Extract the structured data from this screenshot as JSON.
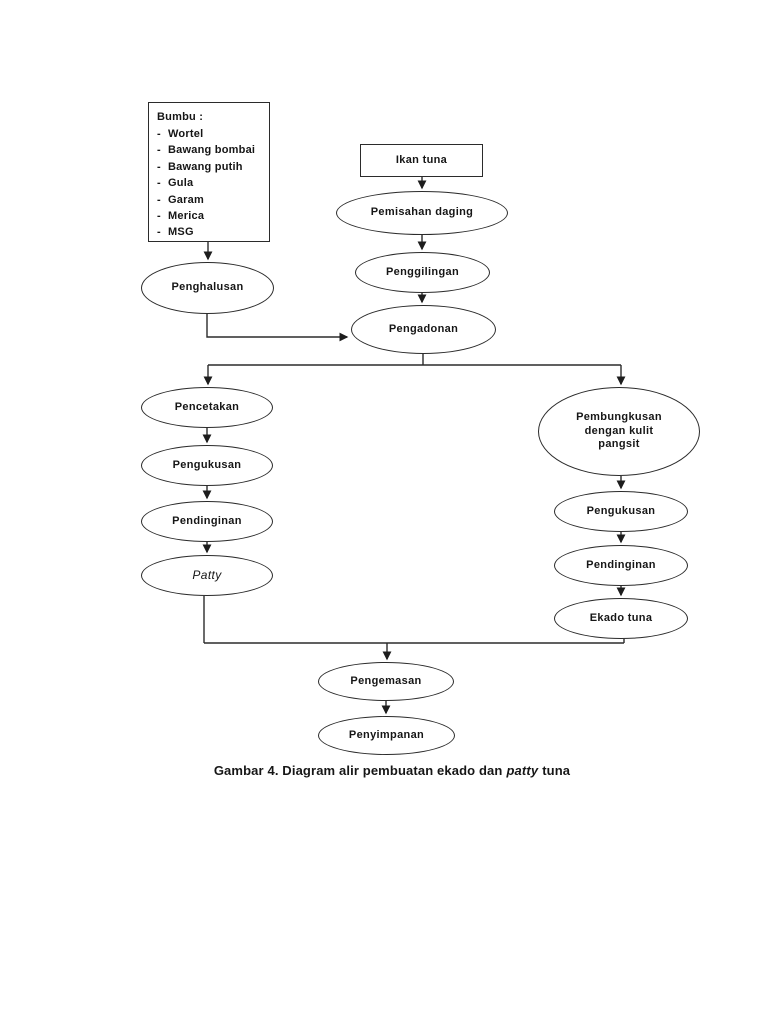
{
  "diagram": {
    "stroke_color": "#2b2b2b",
    "background_color": "#ffffff",
    "bumbu_box": {
      "title": "Bumbu :",
      "dash": "-",
      "items": [
        "Wortel",
        "Bawang bombai",
        "Bawang putih",
        "Gula",
        "Garam",
        "Merica",
        "MSG"
      ]
    },
    "nodes": {
      "ikan_tuna": "Ikan tuna",
      "pemisahan_daging": "Pemisahan daging",
      "penggilingan": "Penggilingan",
      "penghalusan": "Penghalusan",
      "pengadonan": "Pengadonan",
      "pencetakan": "Pencetakan",
      "pengukusan_left": "Pengukusan",
      "pendinginan_left": "Pendinginan",
      "patty": "Patty",
      "pembungkusan_lines": [
        "Pembungkusan",
        "dengan kulit",
        "pangsit"
      ],
      "pengukusan_right": "Pengukusan",
      "pendinginan_right": "Pendinginan",
      "ekado_tuna": "Ekado tuna",
      "pengemasan": "Pengemasan",
      "penyimpanan": "Penyimpanan"
    },
    "caption": {
      "prefix": "Gambar 4. Diagram alir pembuatan ekado dan",
      "italic_word": "patty",
      "suffix": "tuna"
    }
  }
}
